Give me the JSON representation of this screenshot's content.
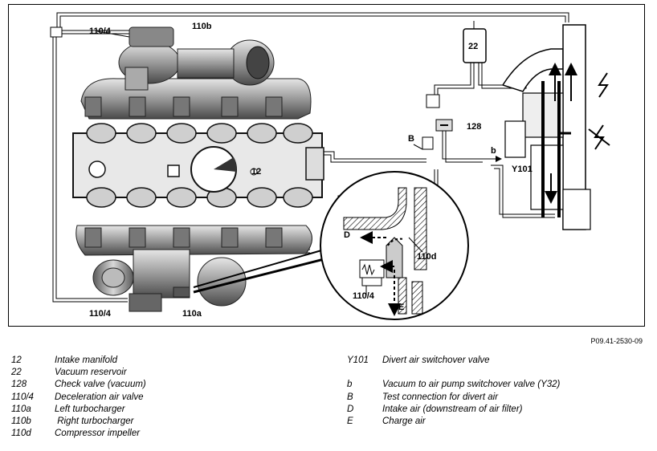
{
  "diagram": {
    "labels": {
      "valve_top": "110/4",
      "turbo_right": "110b",
      "reservoir": "22",
      "check_valve": "128",
      "test_conn": "B",
      "vacuum_b": "b",
      "switchover": "Y101",
      "manifold": "12",
      "impeller": "110d",
      "intake_d": "D",
      "charge_e": "E",
      "valve_detail": "110/4",
      "valve_bottom": "110/4",
      "turbo_left": "110a"
    }
  },
  "doc_id": "P09.41-2530-09",
  "legend": {
    "left": [
      {
        "key": "12",
        "text": "Intake manifold"
      },
      {
        "key": "22",
        "text": "Vacuum reservoir"
      },
      {
        "key": "128",
        "text": "Check valve (vacuum)"
      },
      {
        "key": "110/4",
        "text": "Deceleration air valve"
      },
      {
        "key": "110a",
        "text": "Left turbocharger"
      },
      {
        "key": "110b",
        "text": " Right turbocharger"
      },
      {
        "key": "110d",
        "text": "Compressor impeller"
      }
    ],
    "right": [
      {
        "key": "Y101",
        "text": "Divert air switchover valve"
      },
      {
        "key": "",
        "text": ""
      },
      {
        "key": "b",
        "text": "Vacuum to air pump switchover valve (Y32)"
      },
      {
        "key": "B",
        "text": "Test connection for divert air"
      },
      {
        "key": "D",
        "text": "Intake air (downstream of air filter)"
      },
      {
        "key": "E",
        "text": "Charge air"
      }
    ]
  }
}
